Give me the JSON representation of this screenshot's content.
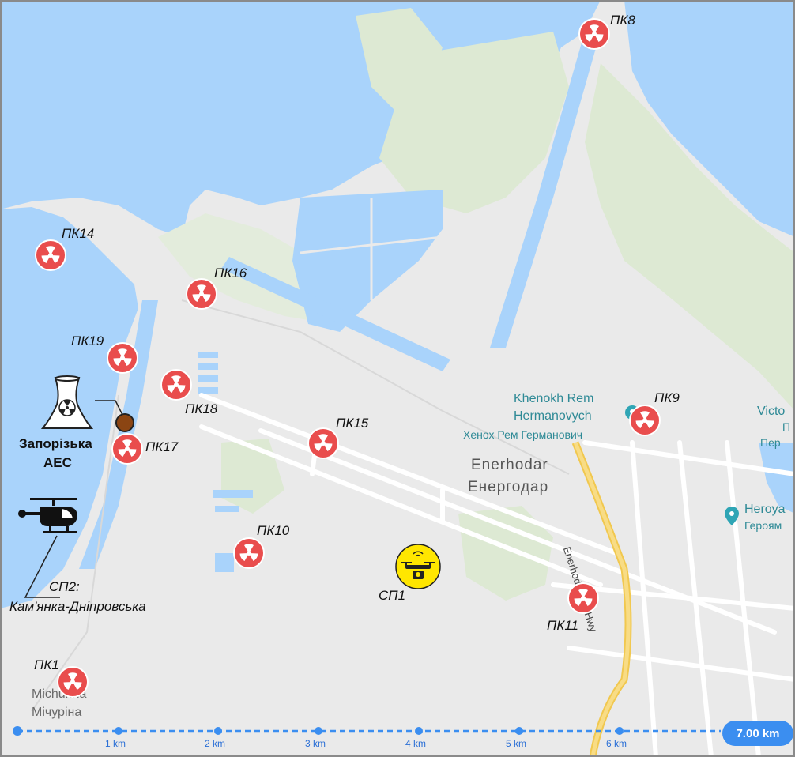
{
  "map": {
    "pk_markers": [
      {
        "id": "ПК8"
      },
      {
        "id": "ПК14"
      },
      {
        "id": "ПК16"
      },
      {
        "id": "ПК19"
      },
      {
        "id": "ПК18"
      },
      {
        "id": "ПК17"
      },
      {
        "id": "ПК15"
      },
      {
        "id": "ПК9"
      },
      {
        "id": "ПК10"
      },
      {
        "id": "ПК11"
      },
      {
        "id": "ПК1"
      }
    ],
    "plant": {
      "name_line1": "Запорізька",
      "name_line2": "АЕС"
    },
    "sp1": {
      "label": "СП1"
    },
    "sp2": {
      "label_line1": "СП2:",
      "label_line2": "Кам'янка-Дніпровська"
    },
    "poi": {
      "khenokh_en1": "Khenokh Rem",
      "khenokh_en2": "Hermanovych",
      "khenokh_uk": "Хенох Рем Германович",
      "victo": "Victo",
      "victo_sub1": "П",
      "victo_sub2": "Пер",
      "heroya": "Heroya",
      "heroya_uk": "Героям"
    },
    "town": {
      "name_en": "Enerhodar",
      "name_uk": "Енергодар"
    },
    "road": {
      "name": "Enerhodars'ke Hwy"
    },
    "village": {
      "name_en": "Michurina",
      "name_uk": "Мічуріна"
    },
    "scale": {
      "ticks": [
        "1 km",
        "2 km",
        "3 km",
        "4 km",
        "5 km",
        "6 km"
      ],
      "total": "7.00 km"
    },
    "colors": {
      "water": "#a9d3fb",
      "land": "#eaeaea",
      "green": "#dde9d3",
      "road": "#ffffff",
      "highway": "#f6d36c",
      "marker": "#e94d4d",
      "scale": "#3b8ef0",
      "drone": "#ffe600"
    }
  }
}
